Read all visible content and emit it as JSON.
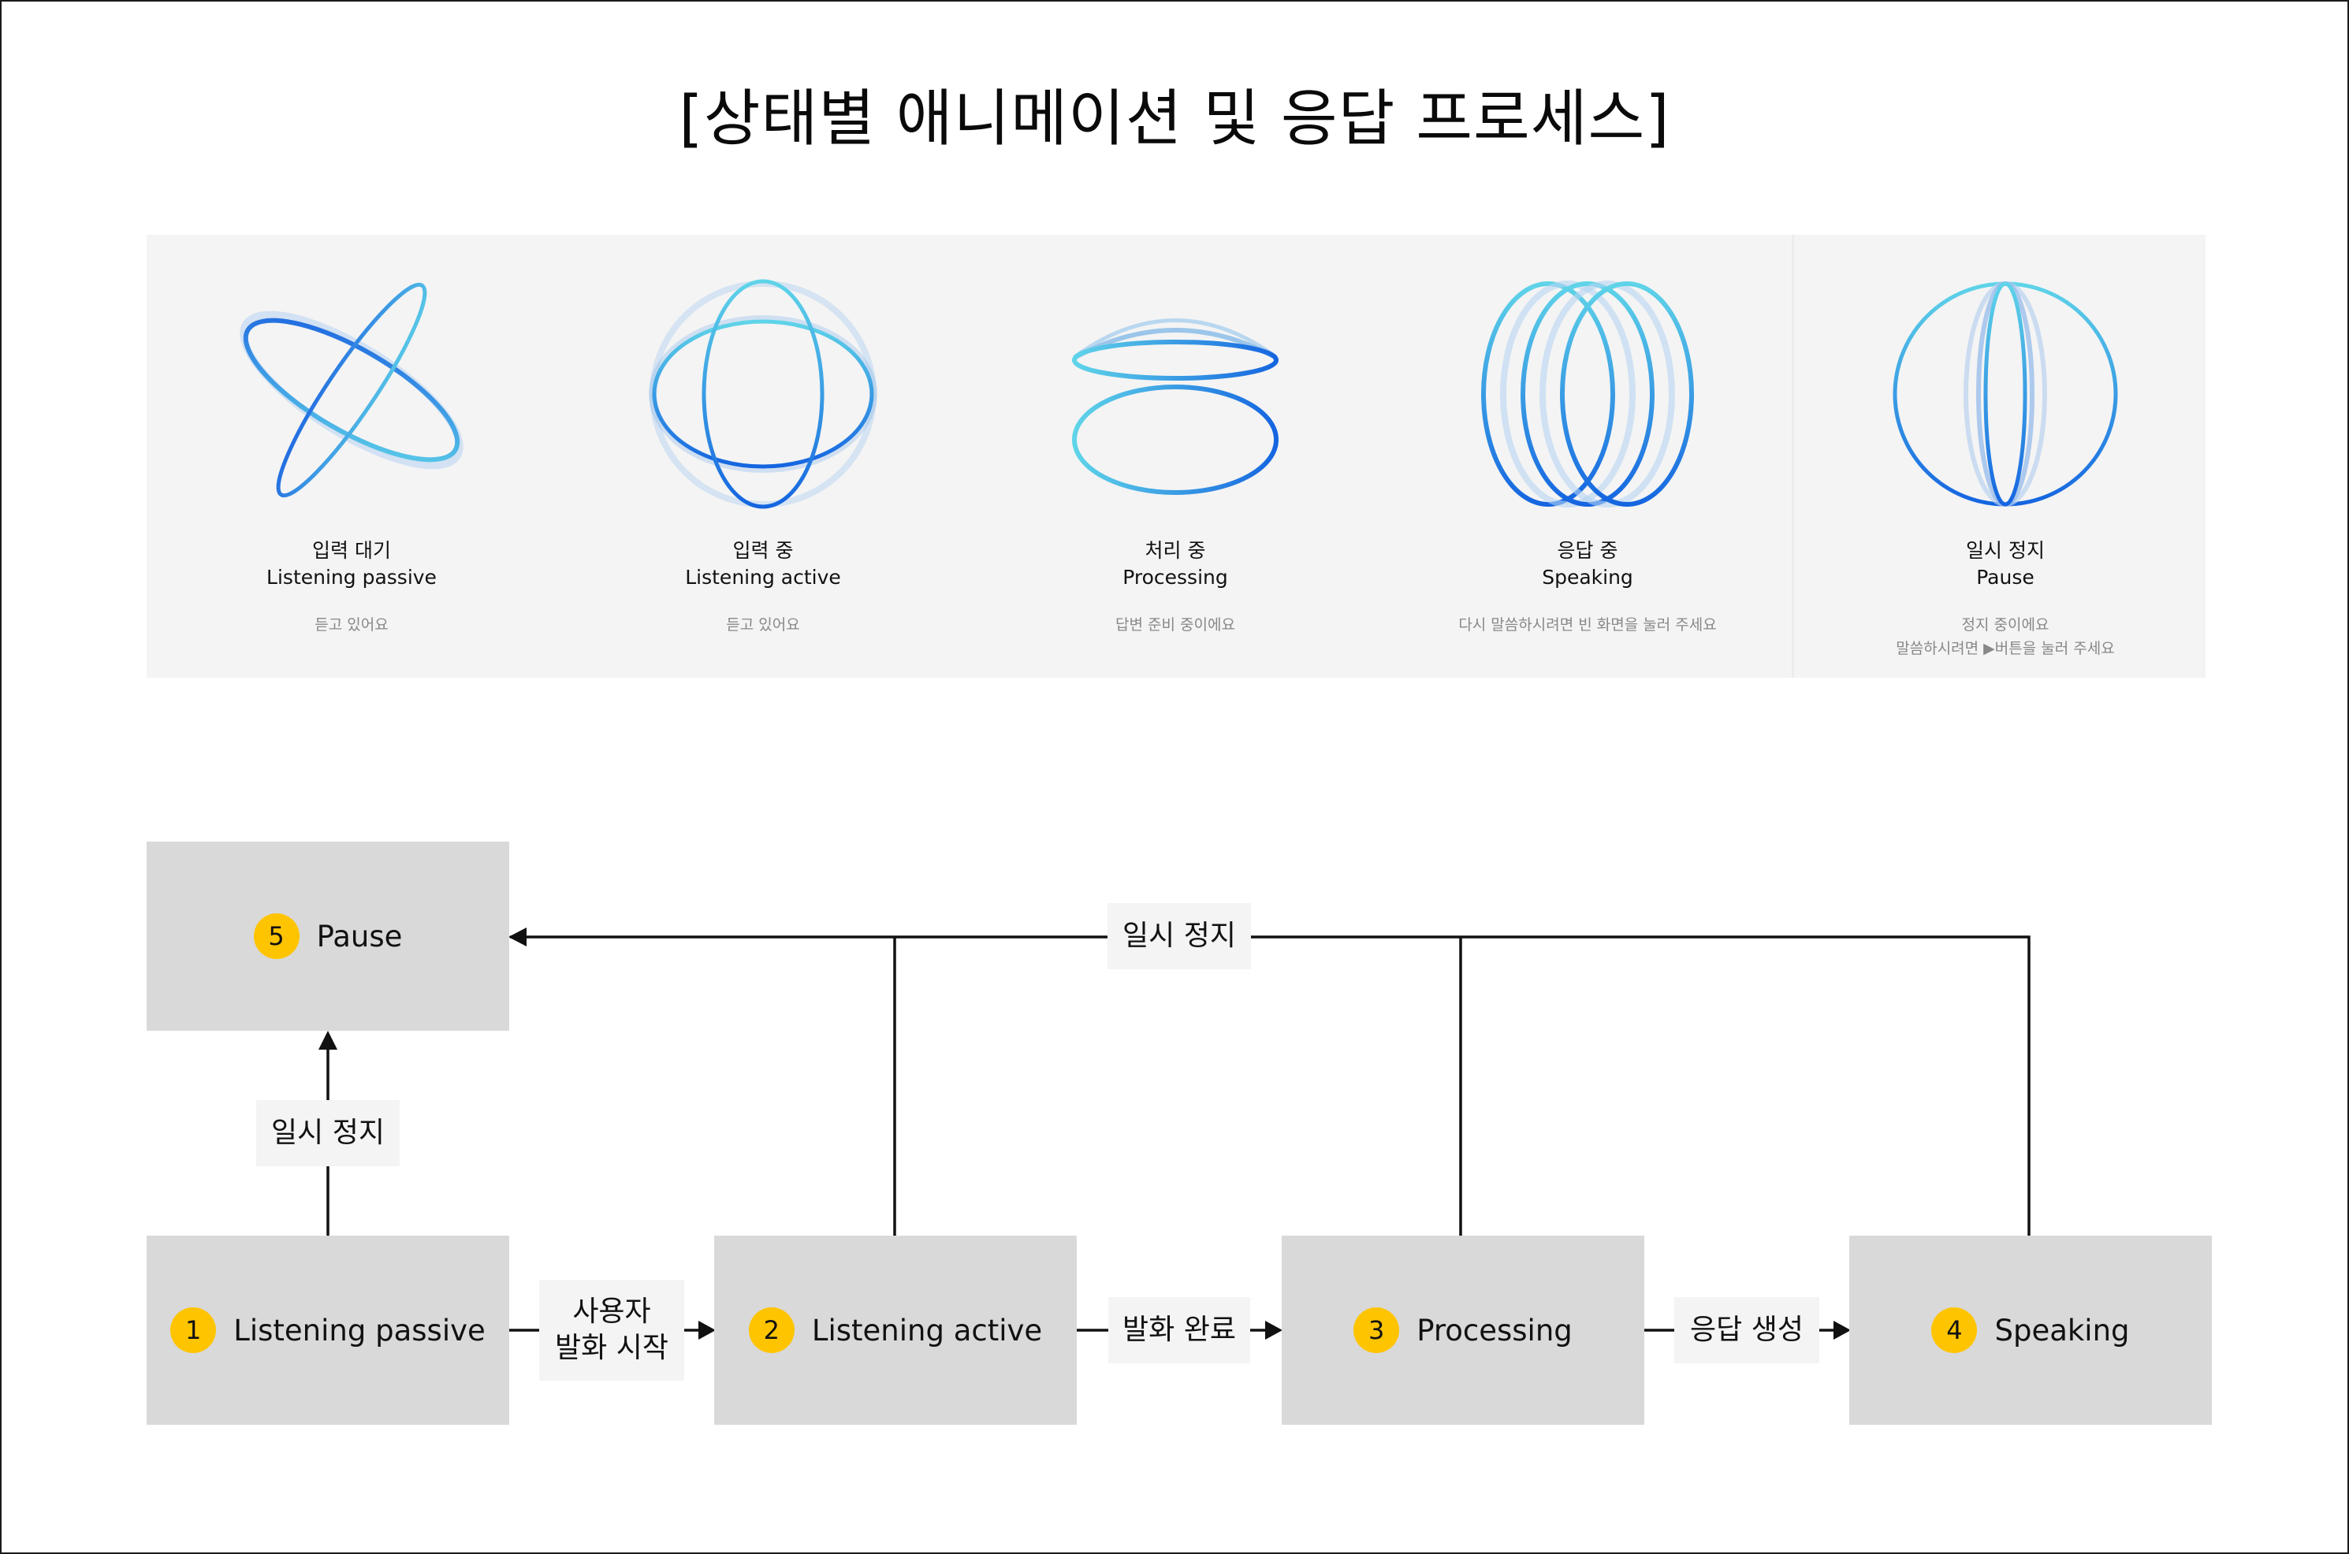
{
  "title": "[상태별 애니메이션 및 응답 프로세스]",
  "states": [
    {
      "ko": "입력 대기",
      "en": "Listening passive",
      "desc": [
        "듣고 있어요"
      ]
    },
    {
      "ko": "입력 중",
      "en": "Listening active",
      "desc": [
        "듣고 있어요"
      ]
    },
    {
      "ko": "처리 중",
      "en": "Processing",
      "desc": [
        "답변 준비 중이에요"
      ]
    },
    {
      "ko": "응답 중",
      "en": "Speaking",
      "desc": [
        "다시 말씀하시려면 빈 화면을 눌러 주세요"
      ]
    },
    {
      "ko": "일시 정지",
      "en": "Pause",
      "desc": [
        "정지 중이에요",
        "말씀하시려면 ▶버튼을 눌러 주세요"
      ]
    }
  ],
  "colors": {
    "accent_blue": "#1565e0",
    "accent_cyan": "#5fd4e8",
    "badge": "#ffc400",
    "box": "#d9d9d9"
  },
  "flow": {
    "nodes": [
      {
        "num": "5",
        "label": "Pause"
      },
      {
        "num": "1",
        "label": "Listening passive"
      },
      {
        "num": "2",
        "label": "Listening active"
      },
      {
        "num": "3",
        "label": "Processing"
      },
      {
        "num": "4",
        "label": "Speaking"
      }
    ],
    "edges": {
      "pause_top": "일시 정지",
      "pause_left": "일시 정지",
      "user_speech": [
        "사용자",
        "발화 시작"
      ],
      "speech_done": "발화 완료",
      "response": "응답 생성"
    }
  }
}
